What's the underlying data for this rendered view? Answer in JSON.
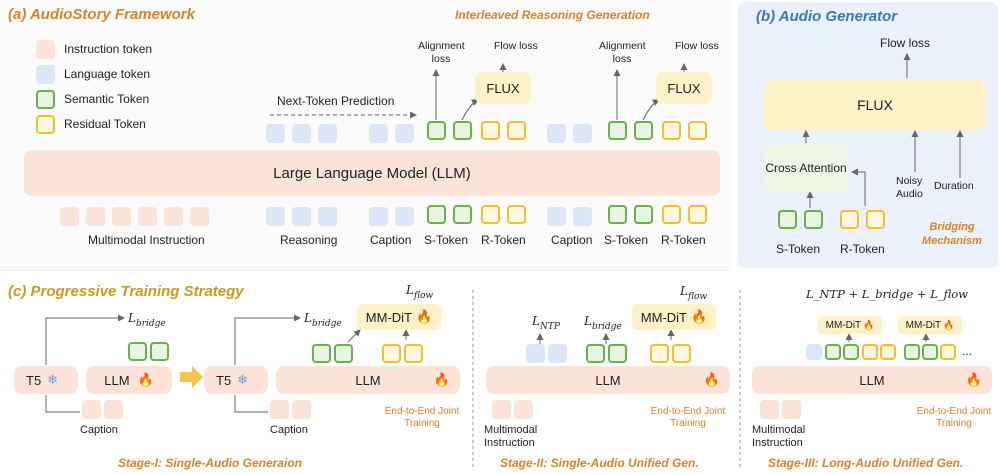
{
  "panel_a": {
    "title": "(a) AudioStory Framework",
    "interleaved_title": "Interleaved Reasoning Generation",
    "legend": [
      "Instruction token",
      "Language token",
      "Semantic Token",
      "Residual Token"
    ],
    "next_token": "Next-Token Prediction",
    "llm": "Large Language Model (LLM)",
    "flux": "FLUX",
    "alignment_loss": "Alignment loss",
    "flow_loss": "Flow loss",
    "bottom_labels": {
      "multimodal": "Multimodal Instruction",
      "reasoning": "Reasoning",
      "caption": "Caption",
      "s_token": "S-Token",
      "r_token": "R-Token"
    }
  },
  "panel_b": {
    "title": "(b) Audio Generator",
    "flow_loss": "Flow loss",
    "flux": "FLUX",
    "cross_attention": "Cross Attention",
    "noisy_audio": "Noisy Audio",
    "duration": "Duration",
    "s_token": "S-Token",
    "r_token": "R-Token",
    "bridging": "Bridging Mechanism"
  },
  "panel_c": {
    "title": "(c) Progressive Training Strategy",
    "t5": "T5",
    "llm": "LLM",
    "mmdit": "MM-DiT",
    "caption": "Caption",
    "multimodal_instruction": "Multimodal Instruction",
    "end_to_end": "End-to-End Joint Training",
    "ellipsis": "...",
    "l_bridge": "L",
    "l_bridge_sub": "bridge",
    "l_flow": "L",
    "l_flow_sub": "flow",
    "l_ntp": "L",
    "l_ntp_sub": "NTP",
    "combined": "L_NTP + L_bridge + L_flow",
    "stage1": "Stage-I: Single-Audio Generaion",
    "stage2": "Stage-II: Single-Audio Unified Gen.",
    "stage3": "Stage-III: Long-Audio Unified Gen."
  },
  "colors": {
    "instruction": "#fbe3d8",
    "language": "#dbe6f6",
    "semantic": "#6ab04c",
    "residual": "#f0c030",
    "title_orange": "#d9822b",
    "title_blue": "#3a78b8"
  }
}
